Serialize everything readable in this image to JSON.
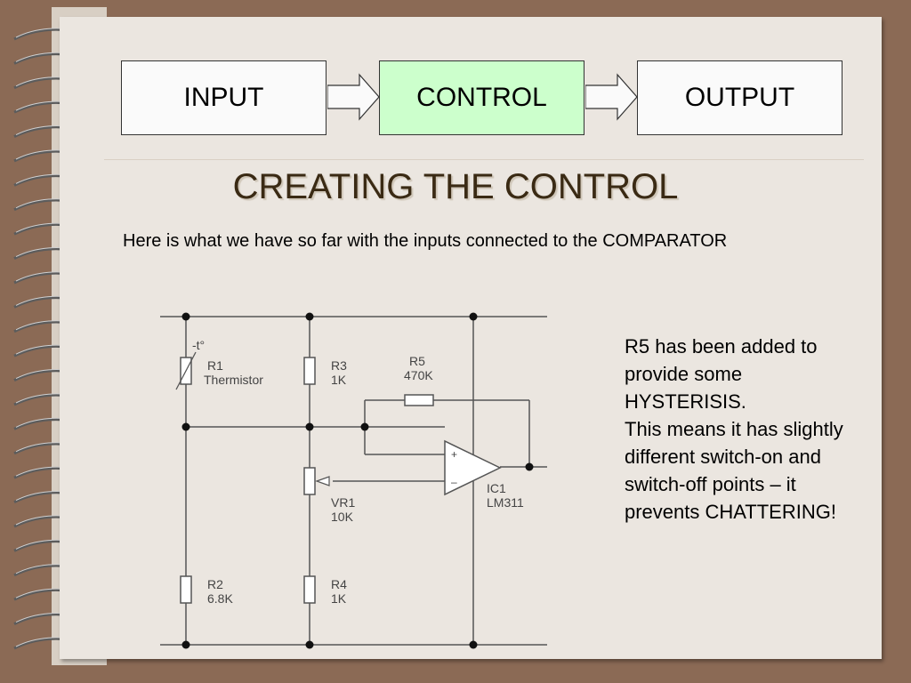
{
  "flow": {
    "input_label": "INPUT",
    "control_label": "CONTROL",
    "output_label": "OUTPUT"
  },
  "slide": {
    "title": "CREATING THE CONTROL",
    "intro": "Here is what we have so far with the inputs connected to the COMPARATOR",
    "note_lines": [
      "R5 has been added to provide some HYSTERISIS.",
      "This means it has slightly different switch-on and switch-off points – it prevents CHATTERING!"
    ]
  },
  "circuit": {
    "r1": {
      "name": "R1",
      "value": "Thermistor",
      "symbol": "-t°"
    },
    "r2": {
      "name": "R2",
      "value": "6.8K"
    },
    "r3": {
      "name": "R3",
      "value": "1K"
    },
    "r4": {
      "name": "R4",
      "value": "1K"
    },
    "r5": {
      "name": "R5",
      "value": "470K"
    },
    "vr1": {
      "name": "VR1",
      "value": "10K"
    },
    "ic1": {
      "name": "IC1",
      "value": "LM311",
      "plus": "+",
      "minus": "–"
    }
  },
  "colors": {
    "background": "#8b6a55",
    "page": "#ebe6e0",
    "control_block": "#ccffcc",
    "title": "#3a2a14"
  }
}
